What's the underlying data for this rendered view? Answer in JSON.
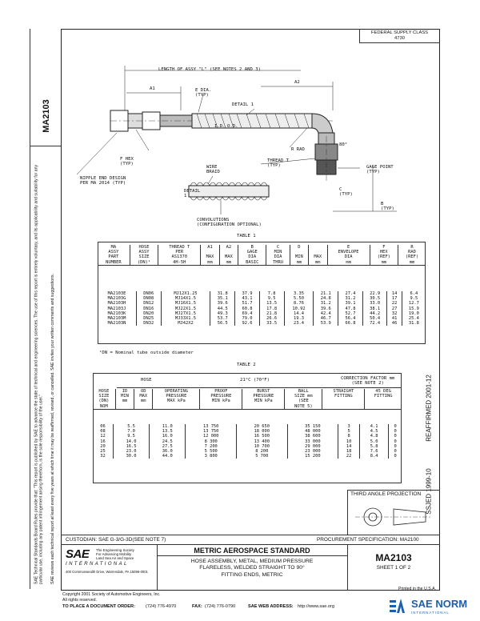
{
  "header": {
    "fsc": "FEDERAL SUPPLY CLASS\n4730"
  },
  "side": {
    "doc_id": "MA2103",
    "rev_note": "SAE Technical Standards Board Rules provide that: \"This report is published by SAE to advance the state of technical and engineering sciences. The use of this report is entirely voluntary, and its applicability and suitability for any particular use, including any patent infringement arising therefrom, is the sole responsibility of the user.\"",
    "review_note": "SAE reviews each technical report at least every five years at which time it may be reaffirmed, revised, or cancelled. SAE invites your written comments and suggestions."
  },
  "drawing": {
    "length_label": "LENGTH OF ASSY \"L\" (SEE NOTES 2 AND 3)",
    "a1": "A1",
    "a2": "A2",
    "e_dia": "E DIA.\n(TYP)",
    "detail_1": "DETAIL 1",
    "id_label": "I.D.",
    "od_label": "O.D.",
    "f_hex": "F HEX\n(TYP)",
    "r_rad": "R RAD",
    "nipple": "NIPPLE END DESIGN\nPER MA 2014 (TYP)",
    "thread_t": "THREAD T\n(TYP)",
    "wire_braid": "WIRE\nBRAID",
    "gage_point": "GAGE POINT\n(TYP)",
    "c_typ": "C\n(TYP)",
    "b_typ": "B\n(TYP)",
    "eighty": "80°",
    "detail_1b": "DETAIL\n1",
    "convolutions": "CONVOLUTIONS\n(CONFIGURATION OPTIONAL)"
  },
  "table1": {
    "title": "TABLE 1",
    "headers": [
      "MA\nASSY\nPART\nNUMBER",
      "HOSE\nASSY\nSIZE\n(DN)¹",
      "THREAD T\nPER\nAS1370\n4H-5H",
      "A1\n\nMAX\nmm",
      "A2\n\nMAX\nmm",
      "B\nGAGE\nDIA\nBASIC",
      "C\nMIN\nDIA\nTHRU",
      "D\n\nMIN\nmm",
      "\n\nMAX\nmm",
      "E\nENVELOPE\nDIA\nmm",
      "F\nHEX\n(REF)\nmm",
      "R\nRAD\n(REF)\nmm"
    ],
    "rows": [
      [
        "MA2103E",
        "DN06",
        "MJ12X1.25",
        "31.8",
        "37.9",
        "7.8",
        "3.35",
        "21.1",
        "27.4",
        "22.9",
        "14",
        "6.4"
      ],
      [
        "MA2103G",
        "DN08",
        "MJ14X1.5",
        "35.1",
        "43.1",
        "9.5",
        "5.50",
        "24.8",
        "31.2",
        "30.5",
        "17",
        "9.5"
      ],
      [
        "MA2103H",
        "DN12",
        "MJ16X1.5",
        "39.6",
        "51.7",
        "13.5",
        "8.76",
        "31.2",
        "39.1",
        "33.0",
        "22",
        "12.7"
      ],
      [
        "MA2103J",
        "DN16",
        "MJ22X1.5",
        "44.5",
        "60.8",
        "17.8",
        "10.92",
        "39.6",
        "47.8",
        "38.1",
        "27",
        "15.9"
      ],
      [
        "MA2103K",
        "DN20",
        "MJ27X1.5",
        "49.3",
        "69.4",
        "21.8",
        "14.4",
        "42.4",
        "52.7",
        "44.2",
        "32",
        "19.0"
      ],
      [
        "MA2103M",
        "DN25",
        "MJ33X1.5",
        "53.7",
        "79.0",
        "26.6",
        "19.3",
        "46.7",
        "56.4",
        "50.4",
        "41",
        "25.4"
      ],
      [
        "MA2103N",
        "DN32",
        "MJ42X2",
        "56.5",
        "92.6",
        "33.5",
        "23.4",
        "53.9",
        "66.8",
        "72.4",
        "46",
        "31.8"
      ]
    ],
    "footnote": "¹DN = Nominal tube outside diameter"
  },
  "table2": {
    "title": "TABLE 2",
    "group_hose": "HOSE",
    "group_temp": "21°C (70°F)",
    "group_corr": "CORRECTION FACTOR mm\n(SEE NOTE 2)",
    "headers": [
      "HOSE\nSIZE\n(DN)\nNOM",
      "ID\nMIN\nmm",
      "OD\nMAX\nmm",
      "OPERATING\nPRESSURE\nMAX kPa",
      "PROOF\nPRESSURE\nMIN kPa",
      "BURST\nPRESSURE\nMIN kPa",
      "BALL\nSIZE mm\n(SEE\nNOTE 5)",
      "STRAIGHT\nFITTING",
      "45 DEG\nFITTING"
    ],
    "rows": [
      [
        "06",
        "5.5",
        "11.0",
        "13 750",
        "20 650",
        "35 150",
        "3",
        "4.1",
        "0"
      ],
      [
        "08",
        "7.0",
        "13.5",
        "13 750",
        "18 000",
        "48 000",
        "5",
        "4.5",
        "0"
      ],
      [
        "12",
        "9.5",
        "16.0",
        "12 000",
        "16 500",
        "38 600",
        "8",
        "4.8",
        "0"
      ],
      [
        "16",
        "14.0",
        "24.5",
        "8 300",
        "13 400",
        "33 000",
        "10",
        "5.0",
        "0"
      ],
      [
        "20",
        "16.5",
        "27.5",
        "7 200",
        "10 700",
        "29 000",
        "14",
        "5.8",
        "0"
      ],
      [
        "25",
        "23.0",
        "36.0",
        "5 500",
        "8 200",
        "23 000",
        "18",
        "7.6",
        "0"
      ],
      [
        "32",
        "30.0",
        "44.0",
        "3 800",
        "5 700",
        "15 200",
        "22",
        "8.4",
        "0"
      ]
    ]
  },
  "reaffirmed": "REAFFIRMED 2001-12",
  "ssjed": "SSJED 1999-10",
  "projection": "THIRD ANGLE PROJECTION",
  "titleblock": {
    "custodian": "CUSTODIAN: SAE G-3/G-3D(SEE NOTE 7)",
    "procurement": "PROCUREMENT SPECIFICATION: MA2100",
    "sae_logo": "SAE",
    "sae_sub": "INTERNATIONAL",
    "sae_tag": "The Engineering Society\nFor Advancing Mobility\nLand Sea Air and Space",
    "sae_addr": "400 Commonwealth Drive, Warrendale, PA 15096-0001",
    "standard": "METRIC AEROSPACE STANDARD",
    "desc": "HOSE ASSEMBLY, METAL, MEDIUM PRESSURE\nFLARELESS, WELDED STRAIGHT TO 90°\nFITTING ENDS, METRIC",
    "number": "MA2103",
    "sheet": "SHEET 1 OF 2"
  },
  "footer": {
    "copyright": "Copyright 2001 Society of Automotive Engineers, Inc.",
    "rights": "All rights reserved.",
    "printed": "Printed in the U.S.A.",
    "order": "TO PLACE A DOCUMENT ORDER:",
    "phone": "(724) 776-4970",
    "fax_label": "FAX:",
    "fax": "(724) 776-0790",
    "web_label": "SAE WEB ADDRESS:",
    "web": "http://www.sae.org"
  },
  "watermark": {
    "brand": "SAE NORM",
    "sub": "INTERNATIONAL"
  }
}
